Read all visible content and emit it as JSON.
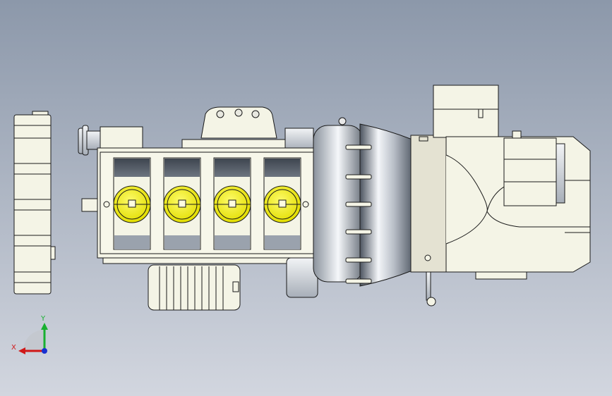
{
  "viewport": {
    "background_top": "#8c98aa",
    "background_bottom": "#d2d6df"
  },
  "model": {
    "cylinder_count": 4,
    "part_fill": "#f4f4e6",
    "edge_color": "#1a1a1a",
    "cap_color": "#f2f01a",
    "metal_light": "#eef0f3",
    "metal_dark": "#5d6570"
  },
  "triad": {
    "x_label": "X",
    "y_label": "Y",
    "x_color": "#d01818",
    "y_color": "#18b030",
    "z_color": "#1830d0",
    "icon": "view-orientation-triad-icon"
  }
}
